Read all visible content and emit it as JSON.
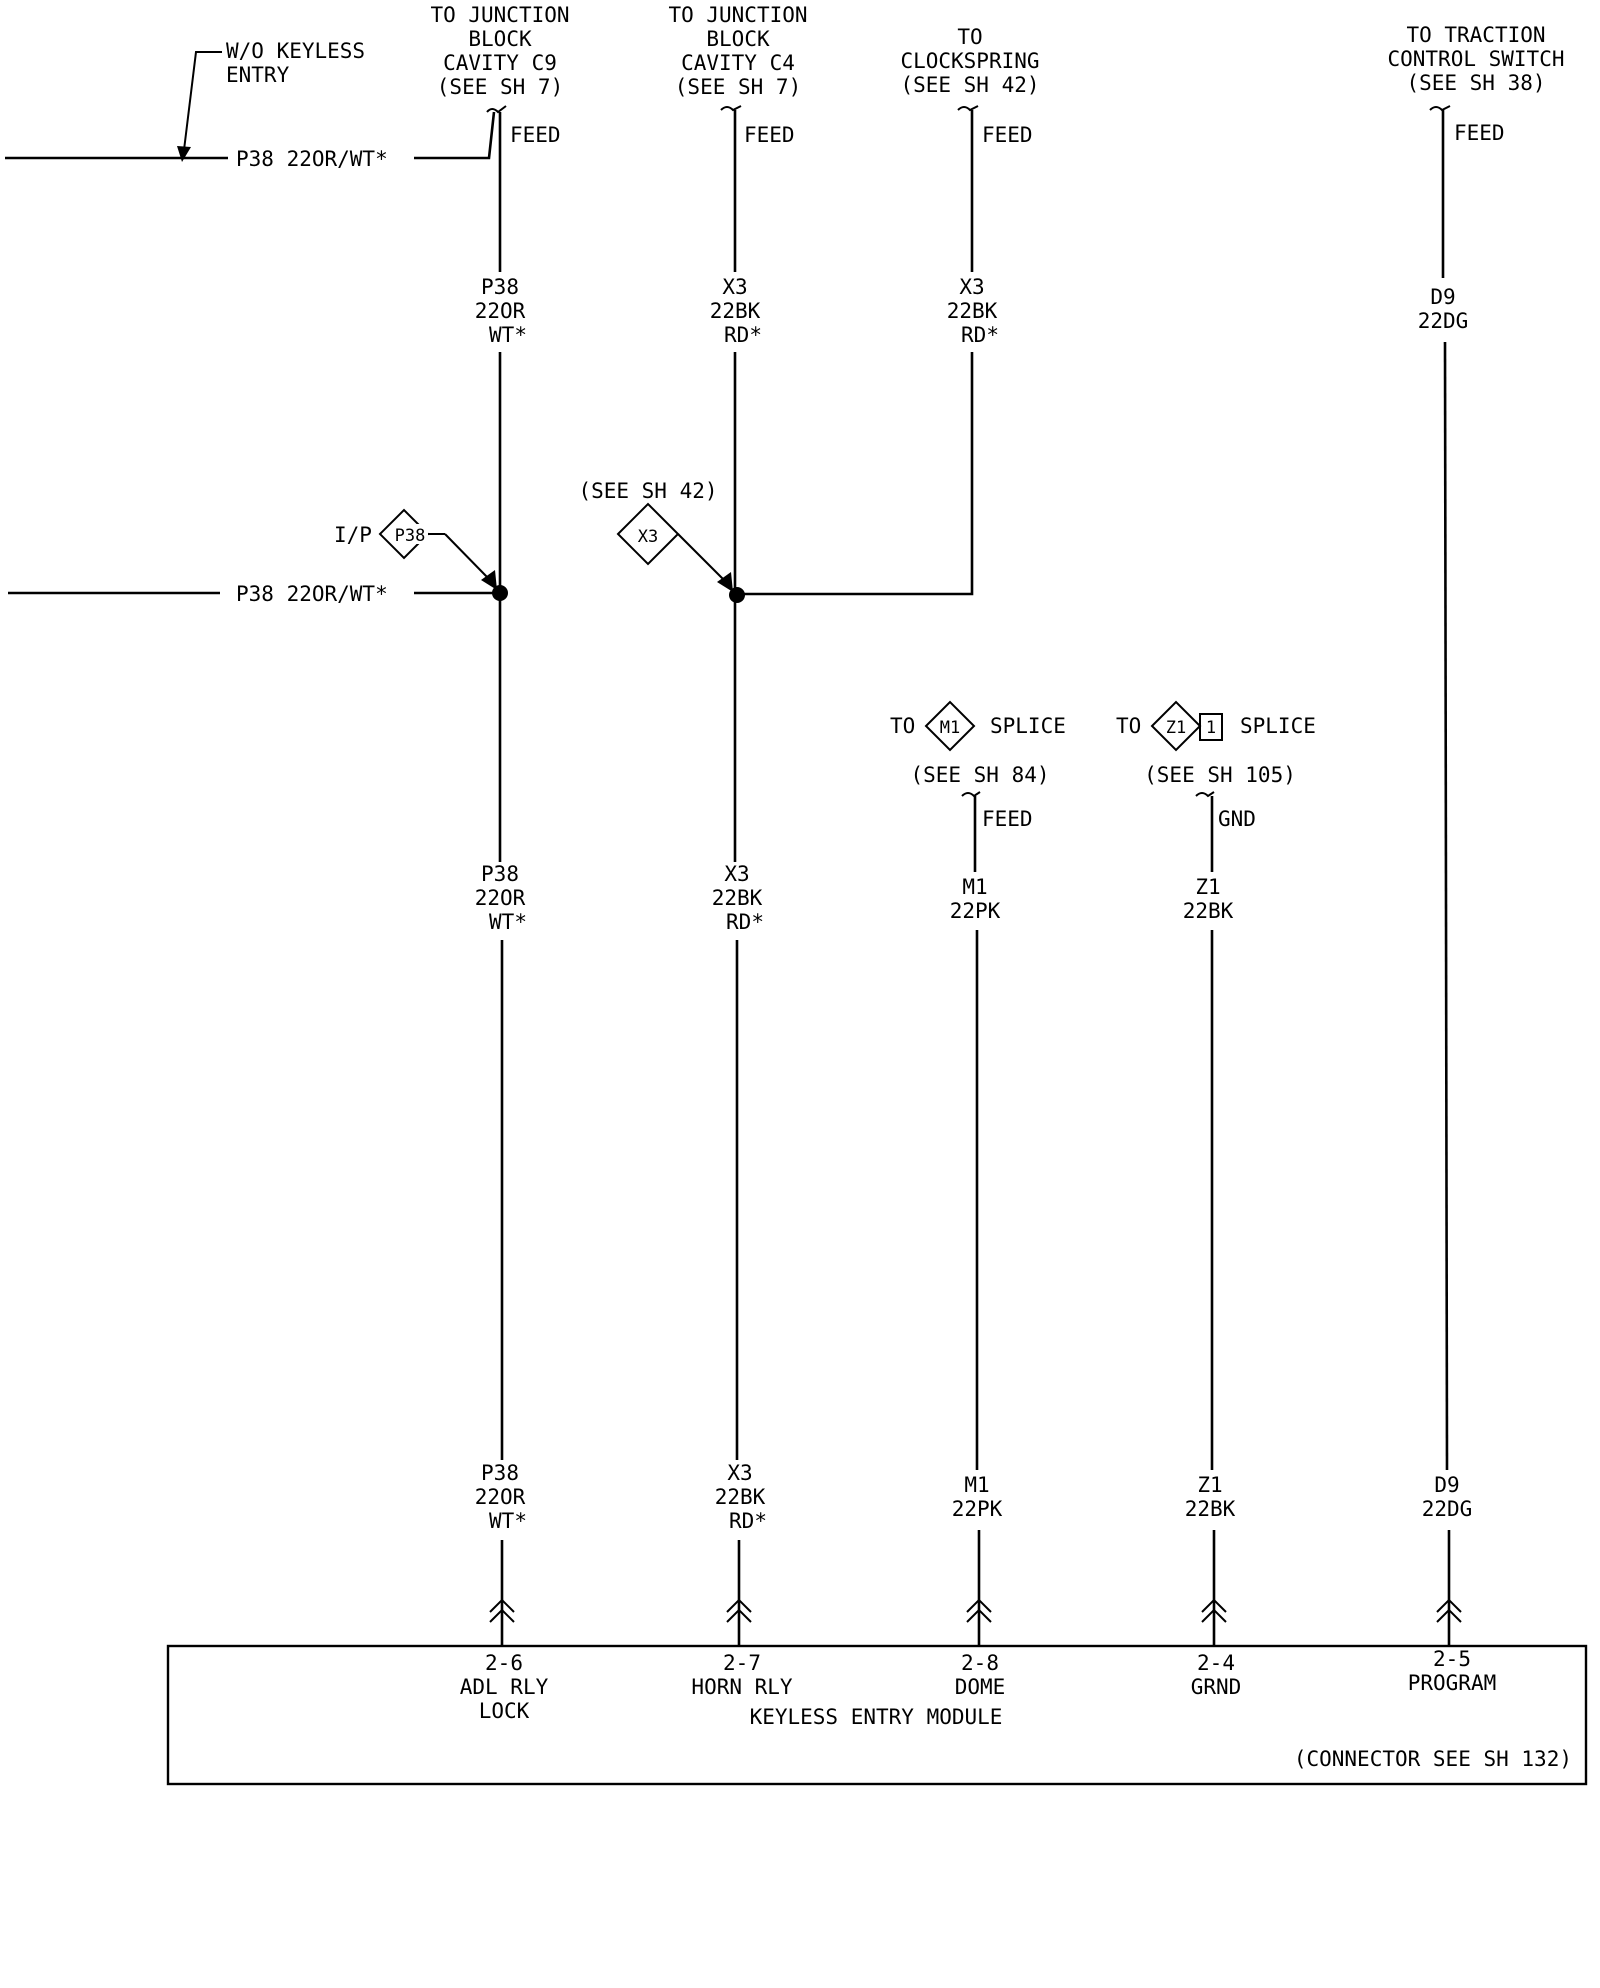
{
  "top_labels": {
    "wo_keyless": [
      "W/O KEYLESS",
      "ENTRY"
    ],
    "jb_c9": [
      "TO JUNCTION",
      "BLOCK",
      "CAVITY C9",
      "(SEE SH 7)"
    ],
    "jb_c4": [
      "TO JUNCTION",
      "BLOCK",
      "CAVITY C4",
      "(SEE SH 7)"
    ],
    "clockspring": [
      "TO",
      "CLOCKSPRING",
      "(SEE SH 42)"
    ],
    "traction": [
      "TO TRACTION",
      "CONTROL SWITCH",
      "(SEE SH 38)"
    ]
  },
  "feed_label": "FEED",
  "gnd_label": "GND",
  "horizontal_wires": {
    "upper": "P38 22OR/WT*",
    "lower": "P38 22OR/WT*"
  },
  "wire_codes": {
    "p38": [
      "P38",
      "22OR",
      "WT*"
    ],
    "x3": [
      "X3",
      "22BK",
      "RD*"
    ],
    "d9": [
      "D9",
      "22DG"
    ],
    "m1": [
      "M1",
      "22PK"
    ],
    "z1": [
      "Z1",
      "22BK"
    ]
  },
  "splice_refs": {
    "ip_prefix": "I/P",
    "p38": "P38",
    "x3": "X3",
    "see_sh42": "(SEE SH 42)",
    "to": "TO",
    "m1": "M1",
    "z1": "Z1",
    "z1_box": "1",
    "splice": "SPLICE",
    "see_sh84": "(SEE SH 84)",
    "see_sh105": "(SEE SH 105)"
  },
  "module": {
    "name": "KEYLESS ENTRY MODULE",
    "connector_note": "(CONNECTOR SEE SH 132)",
    "pins": [
      {
        "pin": "2-6",
        "label": [
          "ADL RLY",
          "LOCK"
        ]
      },
      {
        "pin": "2-7",
        "label": [
          "HORN RLY"
        ]
      },
      {
        "pin": "2-8",
        "label": [
          "DOME"
        ]
      },
      {
        "pin": "2-4",
        "label": [
          "GRND"
        ]
      },
      {
        "pin": "2-5",
        "label": [
          "PROGRAM"
        ]
      }
    ]
  }
}
